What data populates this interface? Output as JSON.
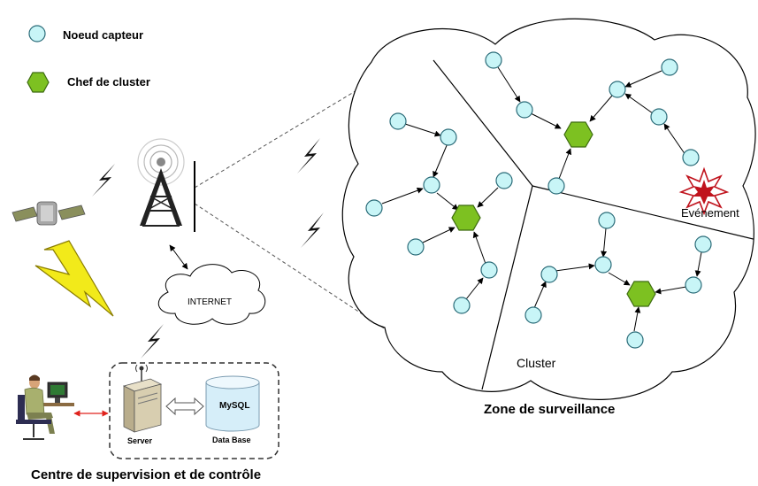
{
  "legend": {
    "sensor_node": "Noeud capteur",
    "cluster_head": "Chef de cluster"
  },
  "labels": {
    "internet": "INTERNET",
    "server": "Server",
    "database_brand": "MySQL",
    "database": "Data Base",
    "control_center": "Centre de supervision et de contrôle",
    "monitoring_zone": "Zone de surveillance",
    "event": "Evénement",
    "cluster": "Cluster"
  },
  "colors": {
    "sensor_fill": "#c8f5f7",
    "cluster_head_fill": "#7dc121",
    "event_star": "#c0131d",
    "link_arrow": "#e0231d",
    "lightning": "#f2ea1a"
  },
  "icons": [
    "satellite-icon",
    "relay-tower-icon",
    "internet-cloud-icon",
    "server-icon",
    "database-icon",
    "operator-workstation-icon",
    "lightning-icon",
    "wireless-link-icon",
    "event-star-icon"
  ]
}
